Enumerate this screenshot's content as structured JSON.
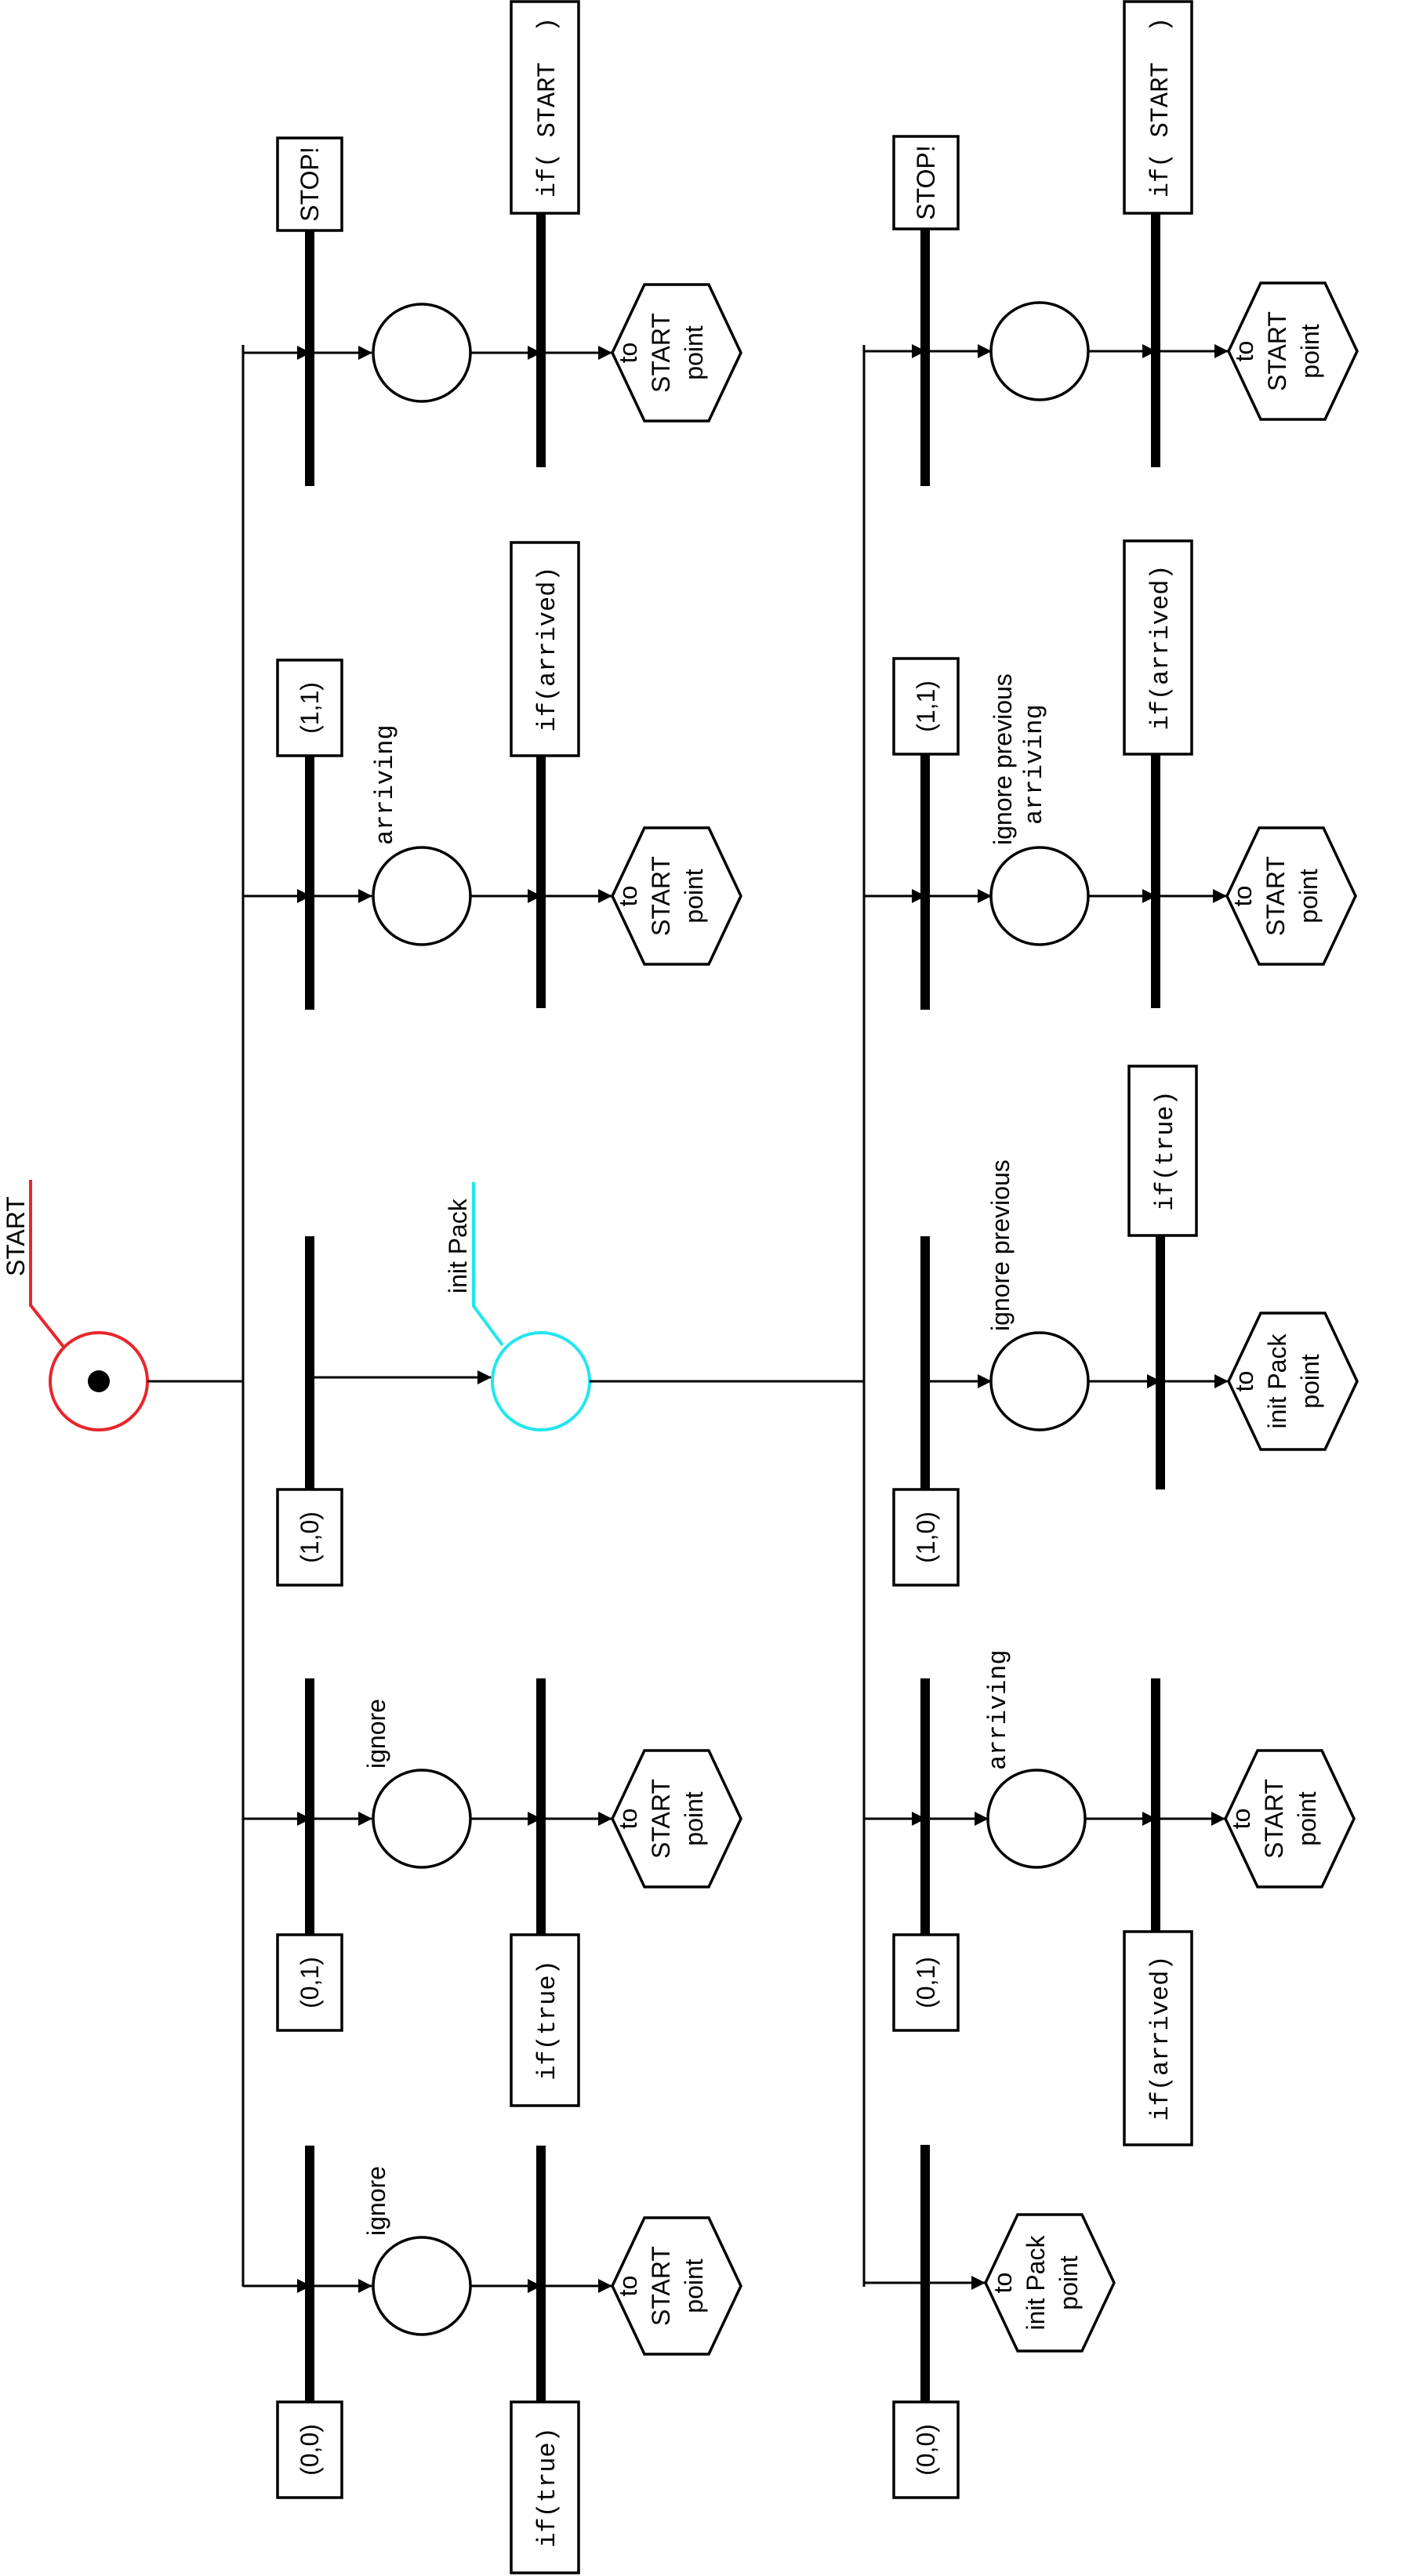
{
  "colors": {
    "start": "#e8262b",
    "init_pack": "#21e6ee",
    "ink": "#000000"
  },
  "callouts": {
    "start": "START",
    "init_pack": "init Pack"
  },
  "rows": [
    {
      "id": "r1",
      "guard": "(0,0)",
      "notes": [
        "ignore"
      ],
      "condition": "if(true)",
      "target": [
        "to",
        "START",
        "point"
      ]
    },
    {
      "id": "r2",
      "guard": "(0,1)",
      "notes": [
        "ignore"
      ],
      "condition": "if(true)",
      "target": [
        "to",
        "START",
        "point"
      ]
    },
    {
      "id": "r3",
      "guard": "(1,0)"
    },
    {
      "id": "r4",
      "guard": "(1,1)",
      "notes": [
        "arriving"
      ],
      "condition": "if(arrived)",
      "target": [
        "to",
        "START",
        "point"
      ]
    },
    {
      "id": "r5",
      "guard": "STOP!",
      "condition": "if( START  )",
      "target": [
        "to",
        "START",
        "point"
      ]
    },
    {
      "id": "r6",
      "guard": "(0,0)",
      "target": [
        "to",
        "init Pack",
        "point"
      ]
    },
    {
      "id": "r7",
      "guard": "(0,1)",
      "notes": [
        "arriving"
      ],
      "condition": "if(arrived)",
      "target": [
        "to",
        "START",
        "point"
      ]
    },
    {
      "id": "r8",
      "guard": "(1,0)",
      "notes": [
        "ignore previous"
      ],
      "condition": "if(true)",
      "target": [
        "to",
        "init Pack",
        "point"
      ]
    },
    {
      "id": "r9",
      "guard": "(1,1)",
      "notes": [
        "ignore previous",
        "arriving"
      ],
      "condition": "if(arrived)",
      "target": [
        "to",
        "START",
        "point"
      ]
    },
    {
      "id": "r10",
      "guard": "STOP!",
      "condition": "if( START  )",
      "target": [
        "to",
        "START",
        "point"
      ]
    }
  ]
}
